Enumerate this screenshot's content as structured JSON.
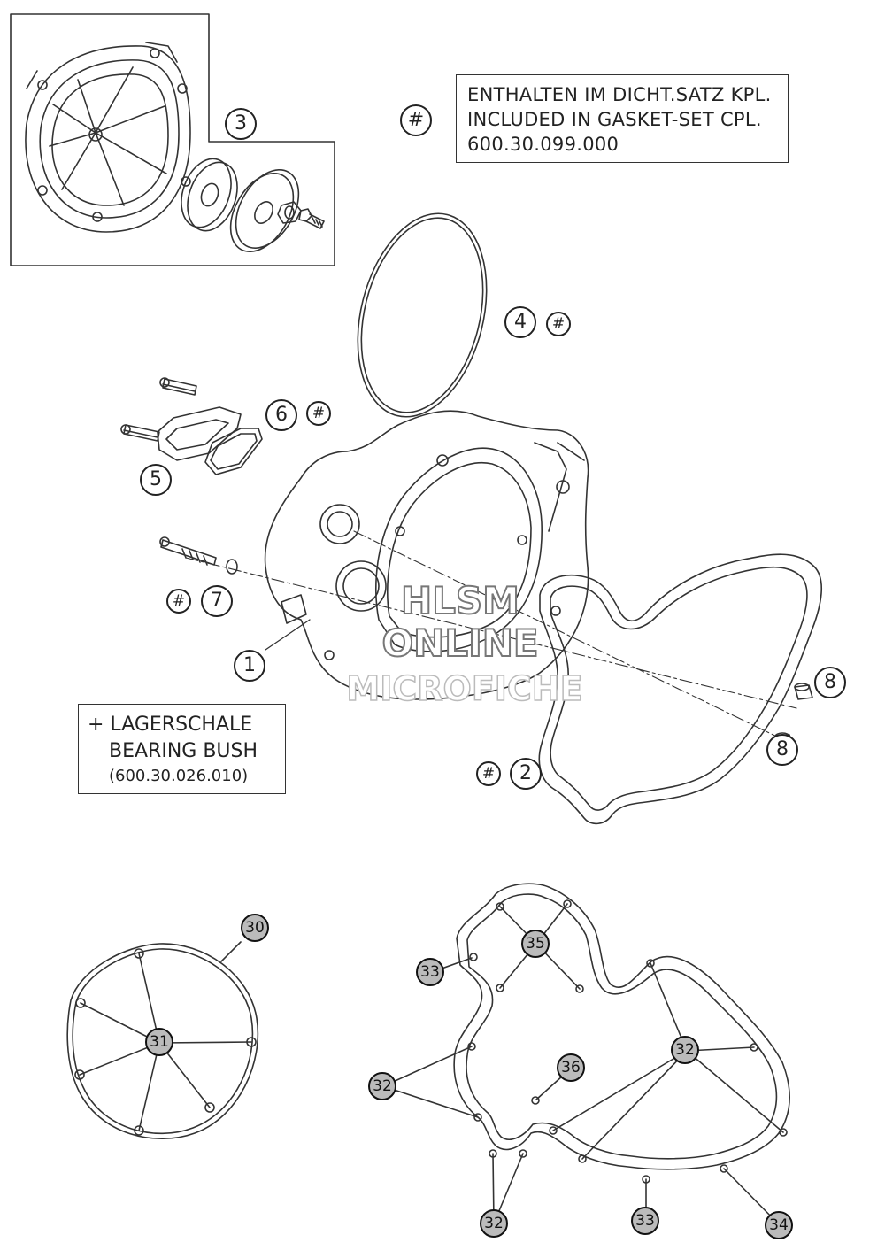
{
  "note_box": {
    "line1": "ENTHALTEN IM DICHT.SATZ KPL.",
    "line2": "INCLUDED IN GASKET-SET CPL.",
    "line3": "600.30.099.000",
    "marker": "#"
  },
  "bush_box": {
    "line1": "+ LAGERSCHALE",
    "line2": "BEARING BUSH",
    "line3": "(600.30.026.010)"
  },
  "watermark": {
    "line1": "HLSM",
    "line2": "ONLINE",
    "line3": "MICROFICHE"
  },
  "labels": {
    "p1": "1",
    "p2": "2",
    "p2_hash": "#",
    "p3": "3",
    "p4": "4",
    "p4_hash": "#",
    "p5": "5",
    "p6": "6",
    "p6_hash": "#",
    "p7": "7",
    "p7_hash": "#",
    "p8a": "8",
    "p8b": "8",
    "p30": "30",
    "p31": "31",
    "p32a": "32",
    "p32b": "32",
    "p32c": "32",
    "p33a": "33",
    "p33b": "33",
    "p34": "34",
    "p35": "35",
    "p36": "36"
  }
}
